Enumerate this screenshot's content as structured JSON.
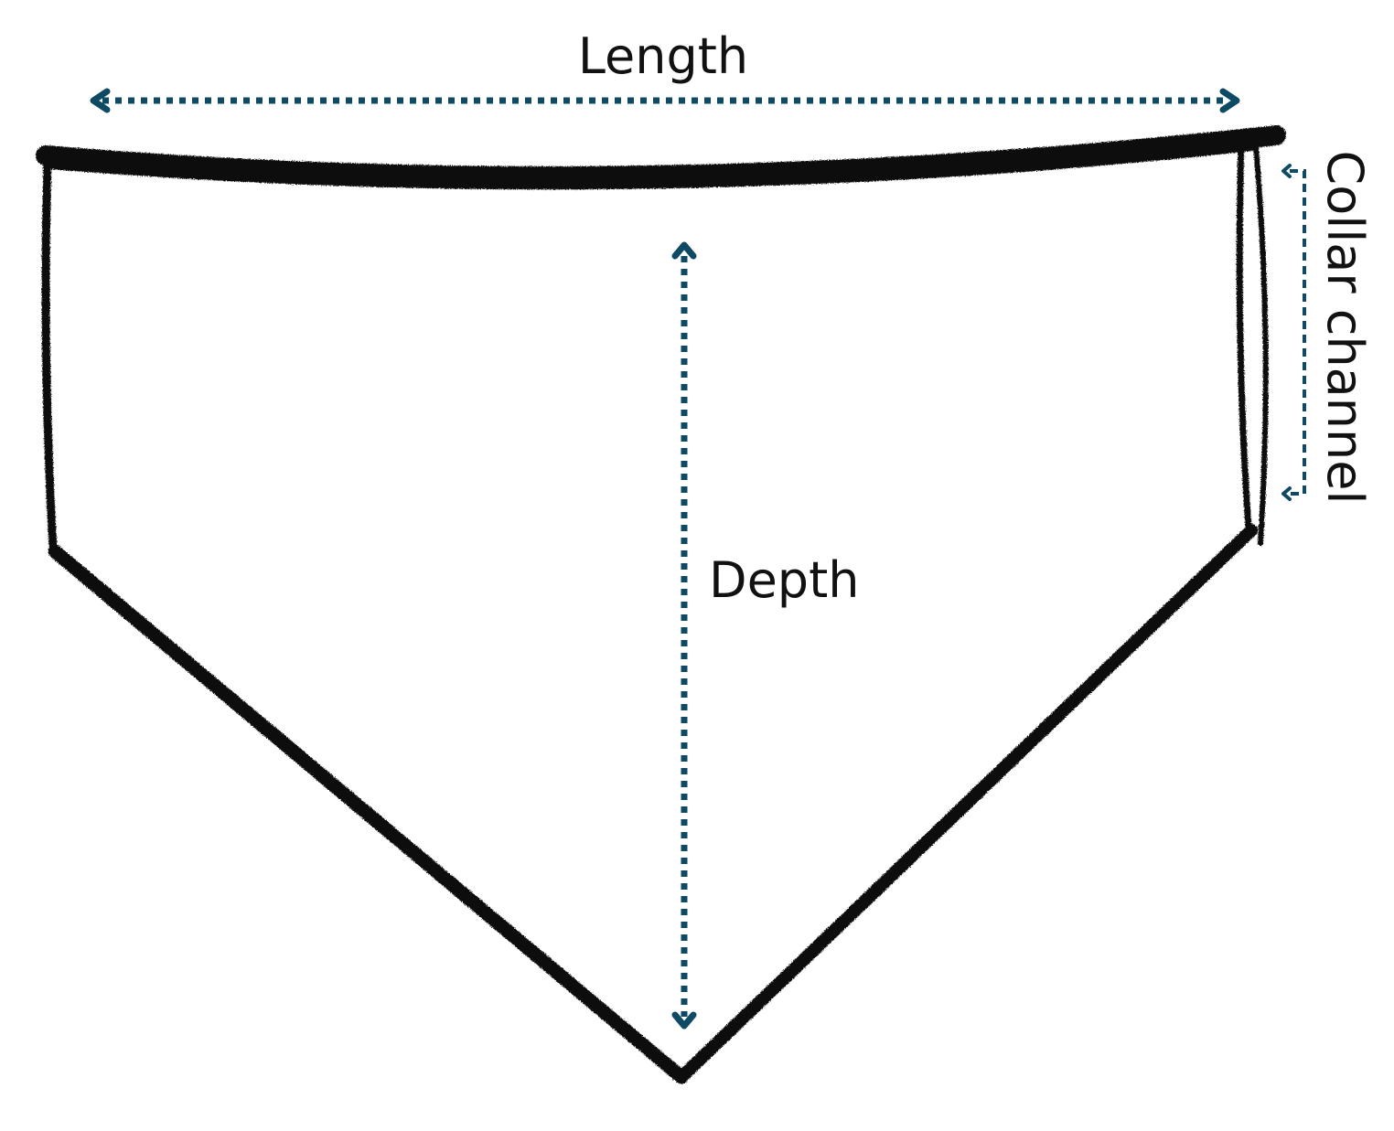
{
  "labels": {
    "length": "Length",
    "depth": "Depth",
    "collar_channel": "Collar channel"
  },
  "colors": {
    "measure_line": "#0e4a63",
    "outline": "#0a0a0a",
    "background": "#ffffff"
  },
  "icons": {
    "measure_arrow": "double-headed-arrow-icon"
  }
}
